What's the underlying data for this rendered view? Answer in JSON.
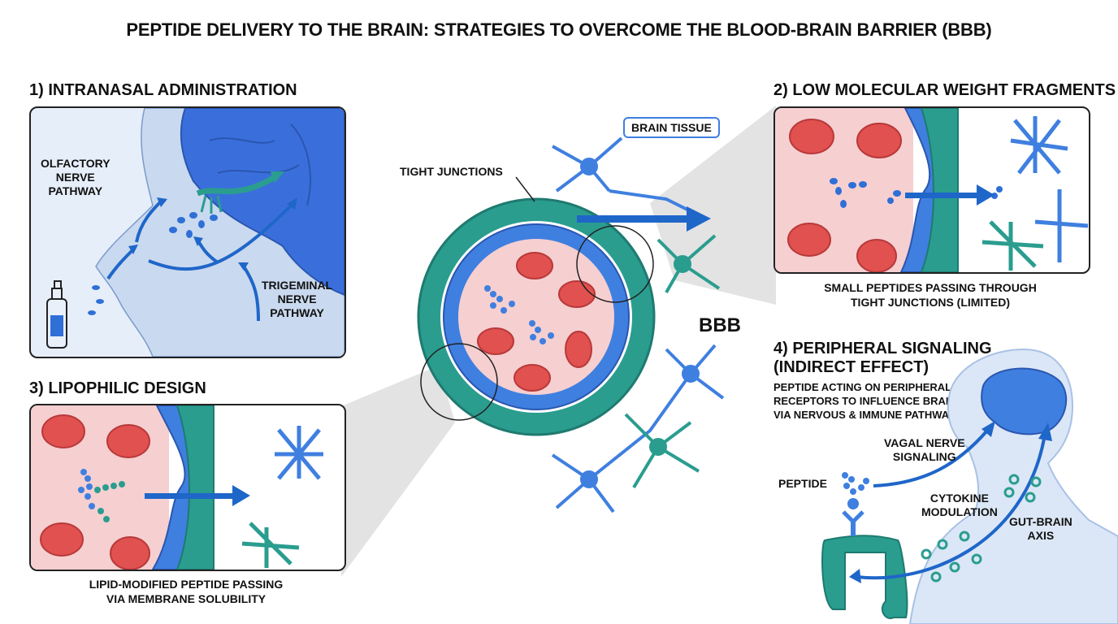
{
  "title": "PEPTIDE DELIVERY TO THE BRAIN: STRATEGIES TO OVERCOME THE BLOOD-BRAIN BARRIER (BBB)",
  "colors": {
    "blood": "#f6cfd0",
    "rbc": "#e0514f",
    "endothelium": "#3f7fe0",
    "astrocyte": "#2a9d8f",
    "arrow": "#1f66c9",
    "tissue_bg": "#dbe7f6"
  },
  "sections": {
    "intranasal": {
      "title": "1) INTRANASAL ADMINISTRATION",
      "labels": {
        "olfactory": "OLFACTORY\nNERVE\nPATHWAY",
        "trigeminal": "TRIGEMINAL\nNERVE\nPATHWAY"
      },
      "icons": [
        "nasal-spray-icon",
        "brain-icon"
      ]
    },
    "low_mw": {
      "title": "2) LOW MOLECULAR WEIGHT FRAGMENTS",
      "caption": "SMALL PEPTIDES PASSING THROUGH\nTIGHT JUNCTIONS (LIMITED)"
    },
    "lipophilic": {
      "title": "3) LIPOPHILIC DESIGN",
      "caption": "LIPID-MODIFIED PEPTIDE PASSING\nVIA MEMBRANE SOLUBILITY"
    },
    "peripheral": {
      "title": "4) PERIPHERAL SIGNALING\n(INDIRECT EFFECT)",
      "subtitle": "PEPTIDE ACTING ON PERIPHERAL\nRECEPTORS TO INFLUENCE BRAIN\nVIA NERVOUS & IMMUNE PATHWAYS",
      "labels": {
        "vagal": "VAGAL NERVE\nSIGNALING",
        "peptide": "PEPTIDE",
        "cytokine": "CYTOKINE\nMODULATION",
        "gut_brain": "GUT-BRAIN\nAXIS"
      }
    },
    "center": {
      "brain_tissue": "BRAIN TISSUE",
      "tight_junctions": "TIGHT JUNCTIONS",
      "bbb": "BBB"
    }
  }
}
